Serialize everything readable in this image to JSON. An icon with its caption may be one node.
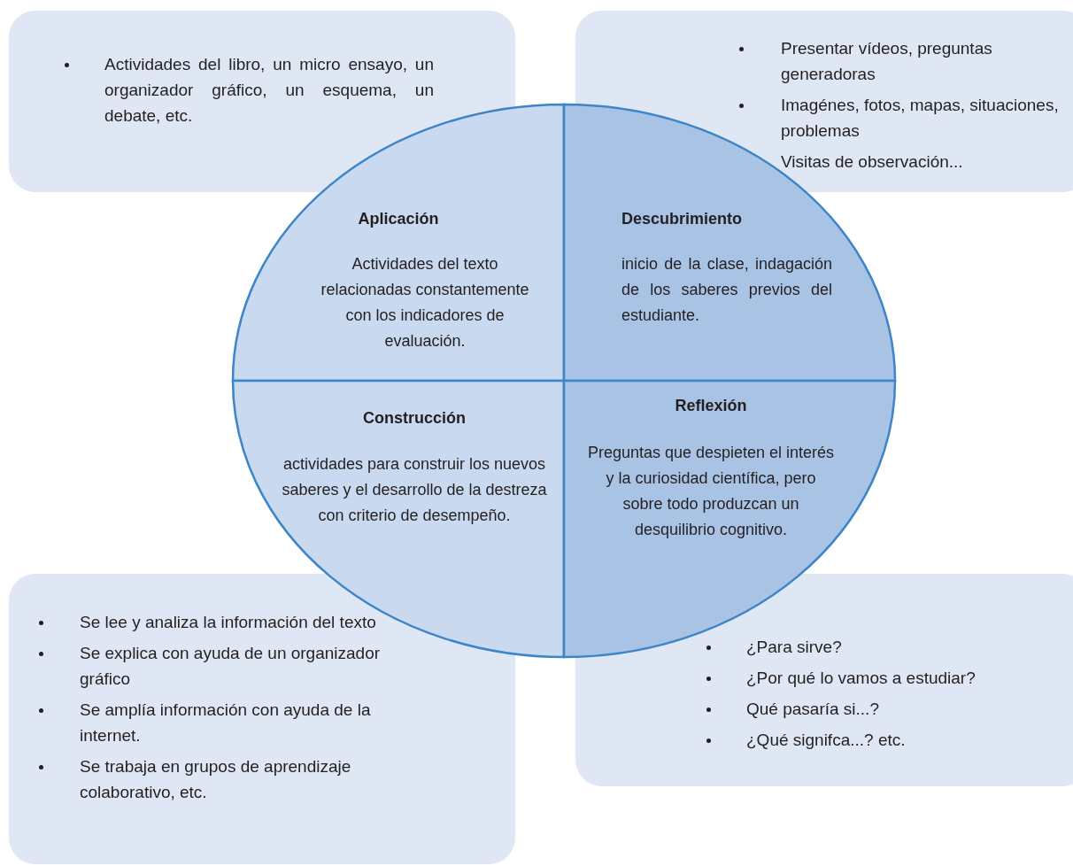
{
  "diagram": {
    "nodes": [
      {
        "text": [
          "Actividades del libro, un micro ensayo, un organizador gráfico, un esquema, un debate, etc."
        ]
      },
      {
        "text": [
          "Presentar vídeos, preguntas generadoras",
          "Imagénes, fotos, mapas, situaciones, problemas",
          "Visitas de observación..."
        ]
      },
      {
        "text": [
          "Aplicación",
          "Actividades del texto relacionadas constantemente con los indicadores de evaluación."
        ]
      },
      {
        "text": [
          "Descubrimiento",
          "inicio de la clase, indagación de los saberes previos del estudiante."
        ]
      },
      {
        "text": [
          "Construcción",
          "actividades para construir los nuevos saberes y el desarrollo de la destreza con criterio de desempeño."
        ]
      },
      {
        "text": [
          "Reflexión",
          "Preguntas que despieten el interés y la curiosidad científica, pero sobre todo produzcan un desquilibrio cognitivo."
        ]
      },
      {
        "text": [
          "Se lee y analiza la información del texto",
          "Se explica con ayuda de un organizador gráfico",
          "Se amplía información con ayuda de la internet.",
          "Se trabaja en grupos de aprendizaje colaborativo, etc."
        ]
      },
      {
        "text": [
          "¿Para sirve?",
          "¿Por qué lo vamos a estudiar?",
          "Qué pasaría si...?",
          "¿Qué signifca...? etc."
        ]
      }
    ]
  }
}
